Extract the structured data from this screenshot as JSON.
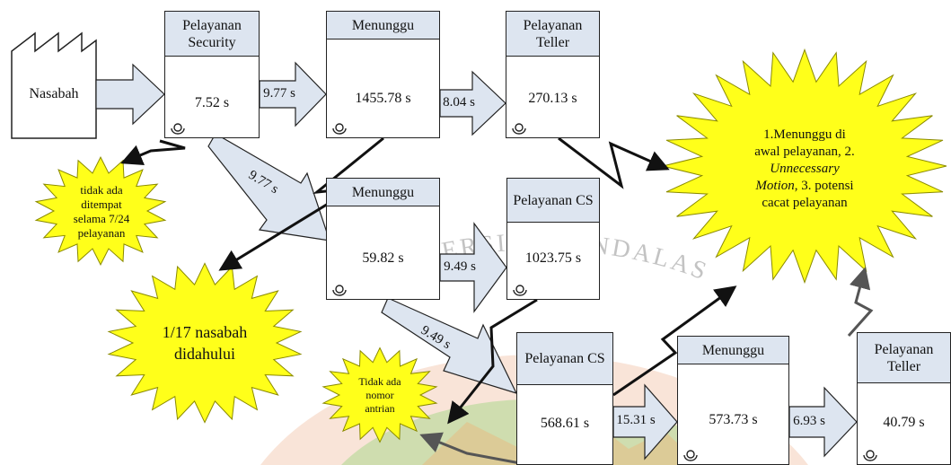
{
  "watermark": "UNIVERSITAS ANDALAS",
  "supplier": {
    "label": "Nasabah"
  },
  "processes": [
    {
      "id": "security",
      "title": "Pelayanan Security",
      "value": "7.52 s"
    },
    {
      "id": "wait1",
      "title": "Menunggu",
      "value": "1455.78 s"
    },
    {
      "id": "teller1",
      "title": "Pelayanan Teller",
      "value": "270.13 s"
    },
    {
      "id": "wait2",
      "title": "Menunggu",
      "value": "59.82 s"
    },
    {
      "id": "cs1",
      "title": "Pelayanan CS",
      "value": "1023.75 s"
    },
    {
      "id": "cs2",
      "title": "Pelayanan CS",
      "value": "568.61 s"
    },
    {
      "id": "wait3",
      "title": "Menunggu",
      "value": "573.73 s"
    },
    {
      "id": "teller2",
      "title": "Pelayanan Teller",
      "value": "40.79 s"
    }
  ],
  "transfers": [
    {
      "id": "t1",
      "label": "9.77 s"
    },
    {
      "id": "t2",
      "label": "8.04 s"
    },
    {
      "id": "t3",
      "label": "9.77 s"
    },
    {
      "id": "t4",
      "label": "9.49 s"
    },
    {
      "id": "t5",
      "label": "9.49 s"
    },
    {
      "id": "t6",
      "label": "15.31 s"
    },
    {
      "id": "t7",
      "label": "6.93 s"
    }
  ],
  "kaizen_bursts": [
    {
      "id": "b1",
      "lines": [
        "tidak ada",
        "ditempat",
        "selama 7/24",
        "pelayanan"
      ]
    },
    {
      "id": "b2",
      "lines": [
        "1/17 nasabah",
        "didahului"
      ]
    },
    {
      "id": "b3",
      "lines": [
        "Tidak ada",
        "nomor",
        "antrian"
      ]
    },
    {
      "id": "b4",
      "lines": [
        "1.Menunggu di",
        "awal  pelayanan, 2.",
        "Unnecessary",
        "Motion, 3. potensi",
        "cacat pelayanan"
      ]
    }
  ],
  "colors": {
    "burst_fill": "#ffff1a",
    "header_fill": "#dde5f0",
    "arrow_fill": "#dde5f0",
    "stroke": "#222222"
  }
}
